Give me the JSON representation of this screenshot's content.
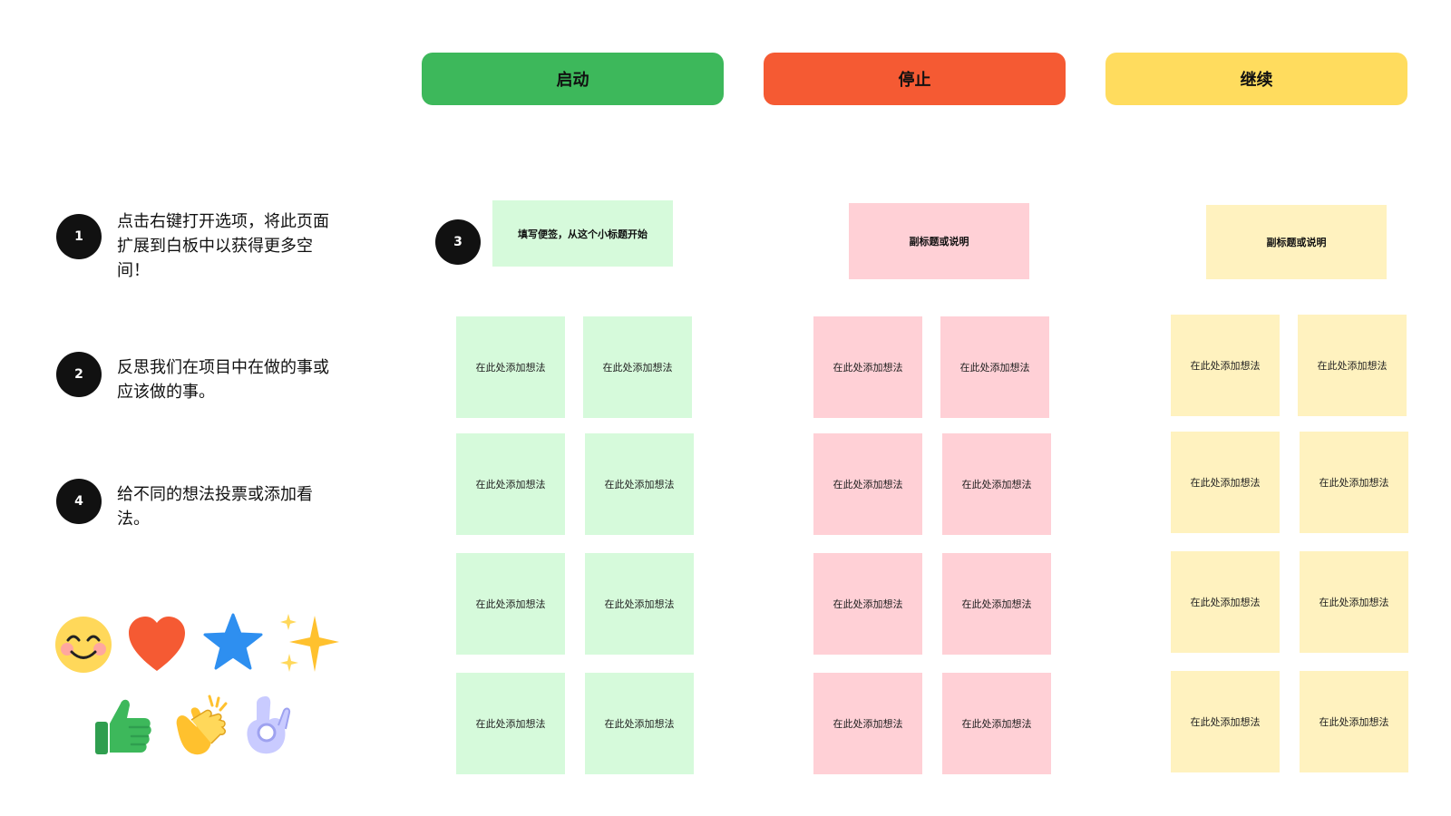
{
  "columns": [
    {
      "title": "启动",
      "color": "#3db85b",
      "subtitle": "填写便签，从这个小标题开始",
      "subtitle_bg": "#d6fadb",
      "step": "3"
    },
    {
      "title": "停止",
      "color": "#f55a33",
      "subtitle": "副标题或说明",
      "subtitle_bg": "#ffd0d6"
    },
    {
      "title": "继续",
      "color": "#ffdc5e",
      "subtitle": "副标题或说明",
      "subtitle_bg": "#fff2bf"
    }
  ],
  "steps": [
    {
      "num": "1",
      "text": "点击右键打开选项，将此页面扩展到白板中以获得更多空间！"
    },
    {
      "num": "2",
      "text": "反思我们在项目中在做的事或应该做的事。"
    },
    {
      "num": "4",
      "text": "给不同的想法投票或添加看法。"
    }
  ],
  "note_text": "在此处添加想法",
  "reactions": [
    "smiling-face-icon",
    "heart-icon",
    "star-icon",
    "sparkles-icon",
    "thumbs-up-icon",
    "clapping-hands-icon",
    "ok-hand-icon"
  ]
}
